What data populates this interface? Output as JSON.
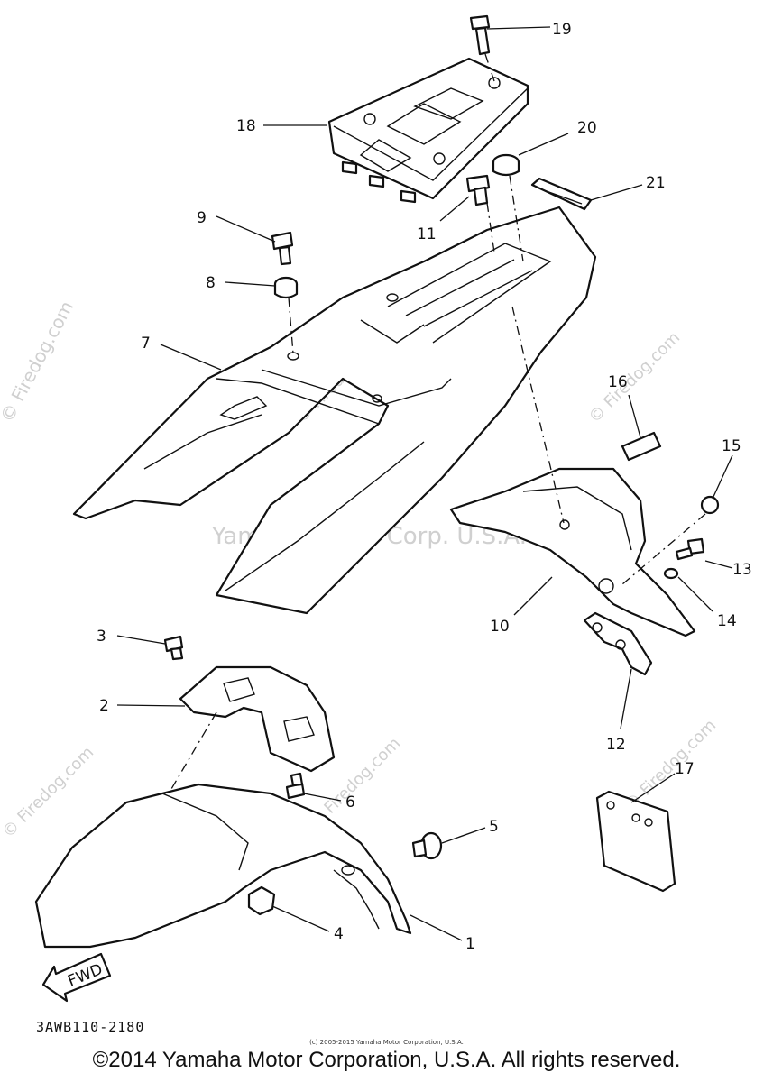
{
  "diagram": {
    "part_numbers": [
      "1",
      "2",
      "3",
      "4",
      "5",
      "6",
      "7",
      "8",
      "9",
      "10",
      "11",
      "12",
      "13",
      "14",
      "15",
      "16",
      "17",
      "18",
      "19",
      "20",
      "21"
    ],
    "direction_label": "FWD",
    "drawing_code": "3AWB110-2180"
  },
  "watermarks": {
    "center": "Yamaha Motor Corp. U.S.A.",
    "corner": "© Firedog.com"
  },
  "copyright_small": "(c) 2005-2015 Yamaha Motor Corporation, U.S.A.",
  "copyright": "©2014 Yamaha Motor Corporation, U.S.A. All rights reserved."
}
